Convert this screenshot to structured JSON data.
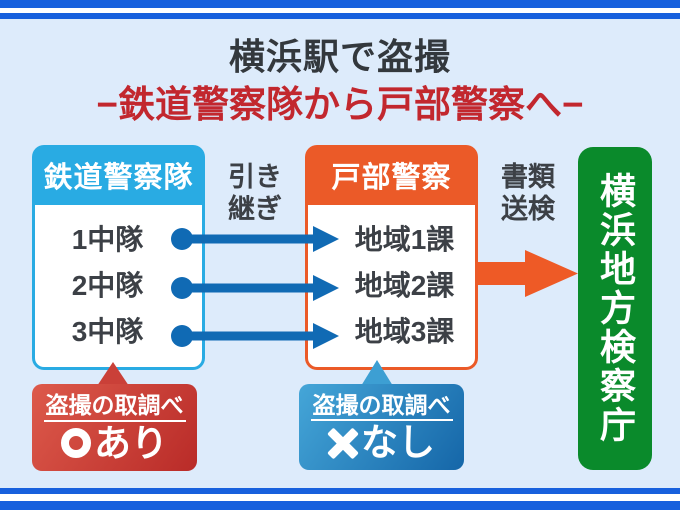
{
  "page": {
    "background_color": "#ddebfb",
    "frame_color": "#1760dd"
  },
  "header": {
    "title": "横浜駅で盗撮",
    "subtitle": "−鉄道警察隊から戸部警察へ−",
    "title_color": "#33383d",
    "subtitle_color": "#c2272e"
  },
  "diagram": {
    "left_box": {
      "title": "鉄道警察隊",
      "color": "#29abe3",
      "items": [
        "1中隊",
        "2中隊",
        "3中隊"
      ]
    },
    "right_box": {
      "title": "戸部警察",
      "color": "#eb5a28",
      "items": [
        "地域1課",
        "地域2課",
        "地域3課"
      ]
    },
    "prosecutor_box": {
      "title": "横浜地方検察庁",
      "color": "#0a8a2b"
    },
    "handover_label": {
      "line1": "引き",
      "line2": "継ぎ"
    },
    "referral_label": {
      "line1": "書類",
      "line2": "送検"
    },
    "transfer_arrow_color": "#106ab4",
    "referral_arrow_color": "#ee5a26"
  },
  "callouts": {
    "left": {
      "heading": "盗撮の取調べ",
      "symbol": "〇",
      "label": "あり",
      "gradient_from": "#dd5a4b",
      "gradient_to": "#b92b28"
    },
    "right": {
      "heading": "盗撮の取調べ",
      "symbol": "✖",
      "label": "なし",
      "gradient_from": "#45a6d8",
      "gradient_to": "#1566a8"
    }
  }
}
